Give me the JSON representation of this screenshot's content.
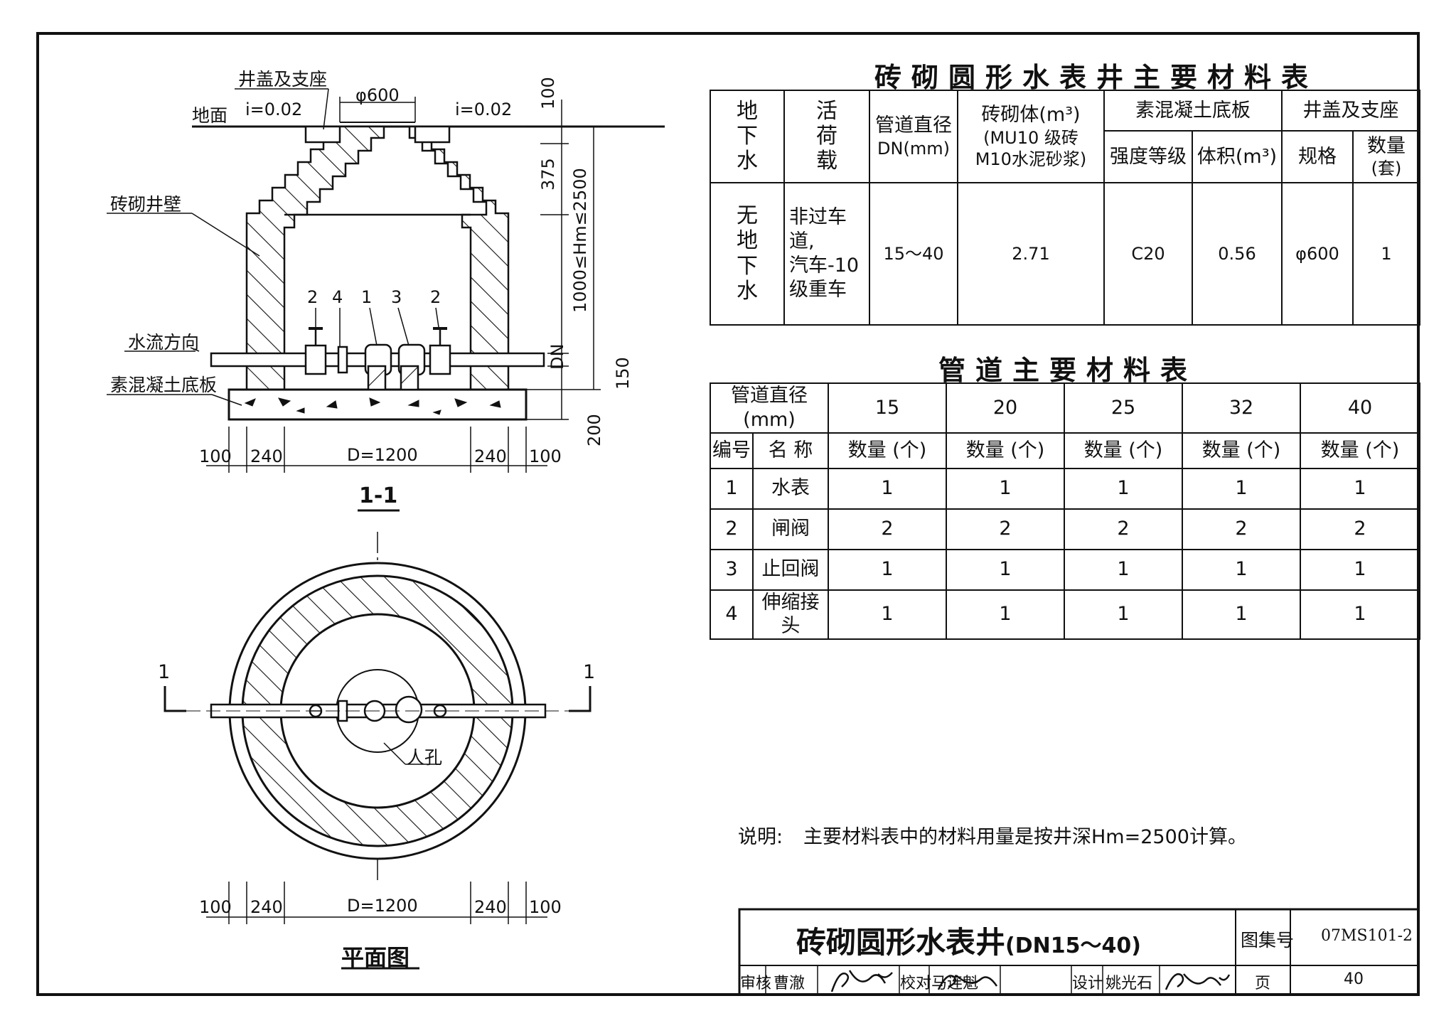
{
  "section_view": {
    "caption": "1-1",
    "labels": {
      "cover_and_seat": "井盖及支座",
      "ground": "地面",
      "slope_left": "i=0.02",
      "slope_right": "i=0.02",
      "opening_diameter": "φ600",
      "brick_wall": "砖砌井壁",
      "flow_direction": "水流方向",
      "concrete_base": "素混凝土底板",
      "dim_100_top": "100",
      "dim_375": "375",
      "dim_depth": "1000≤Hm≤2500",
      "dim_dn": "DN",
      "dim_150": "150",
      "dim_200": "200",
      "part_numbers": [
        "2",
        "4",
        "1",
        "3",
        "2"
      ]
    },
    "bottom_dims": [
      "100",
      "240",
      "D=1200",
      "240",
      "100"
    ]
  },
  "plan_view": {
    "caption": "平面图",
    "section_mark_left": "1",
    "section_mark_right": "1",
    "manhole_label": "人孔",
    "bottom_dims": [
      "100",
      "240",
      "D=1200",
      "240",
      "100"
    ]
  },
  "materials_table": {
    "title": "砖砌圆形水表井主要材料表",
    "h_groundwater": "地下水",
    "h_live_load": "活荷载",
    "h_pipe_dia": "管道直径",
    "h_pipe_dia_unit": "DN(mm)",
    "h_brick": "砖砌体(m³)",
    "h_brick_spec": "(MU10 级砖",
    "h_brick_mortar": "M10水泥砂浆)",
    "h_concrete": "素混凝土底板",
    "h_strength": "强度等级",
    "h_volume": "体积(m³)",
    "h_cover": "井盖及支座",
    "h_spec": "规格",
    "h_qty": "数量",
    "h_qty_unit": "(套)",
    "r_groundwater": "无地下水",
    "r_load_line1": "非过车道,",
    "r_load_line2": "汽车-10",
    "r_load_line3": "级重车",
    "r_pipe_dia": "15～40",
    "r_brick": "2.71",
    "r_strength": "C20",
    "r_volume": "0.56",
    "r_spec": "φ600",
    "r_qty": "1"
  },
  "pipe_table": {
    "title": "管道主要材料表",
    "h_dia": "管道直径(mm)",
    "h_no": "编号",
    "h_name": "名 称",
    "diameters": [
      "15",
      "20",
      "25",
      "32",
      "40"
    ],
    "qty_label": "数量 (个)",
    "rows": [
      {
        "no": "1",
        "name": "水表",
        "qty": [
          "1",
          "1",
          "1",
          "1",
          "1"
        ]
      },
      {
        "no": "2",
        "name": "闸阀",
        "qty": [
          "2",
          "2",
          "2",
          "2",
          "2"
        ]
      },
      {
        "no": "3",
        "name": "止回阀",
        "qty": [
          "1",
          "1",
          "1",
          "1",
          "1"
        ]
      },
      {
        "no": "4",
        "name": "伸缩接头",
        "qty": [
          "1",
          "1",
          "1",
          "1",
          "1"
        ]
      }
    ]
  },
  "note": {
    "label": "说明:",
    "text": "主要材料表中的材料用量是按井深Hm=2500计算。"
  },
  "title_block": {
    "title": "砖砌圆形水表井",
    "title_suffix": "(DN15～40)",
    "atlas_label": "图集号",
    "atlas_no": "07MS101-2",
    "review_label": "审核",
    "reviewer": "曹澈",
    "check_label": "校对",
    "checker": "马连魁",
    "design_label": "设计",
    "designer": "姚光石",
    "page_label": "页",
    "page_no": "40"
  }
}
